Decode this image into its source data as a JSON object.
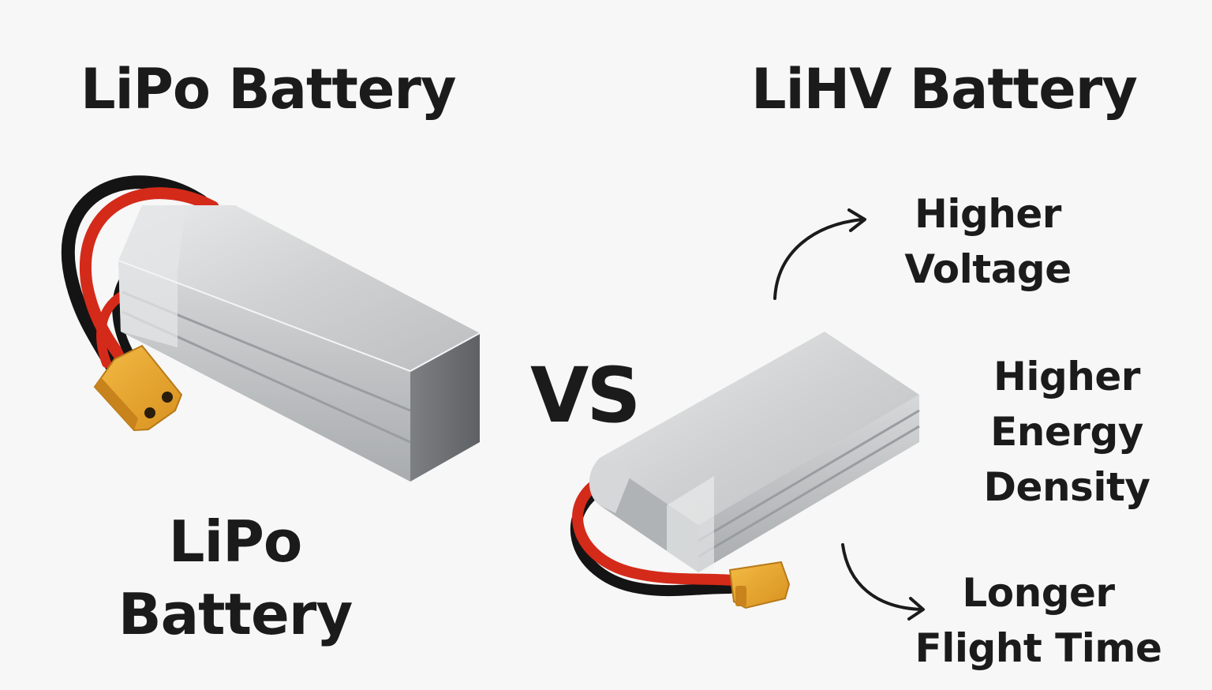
{
  "titles": {
    "lipo": "LiPo Battery",
    "lihv": "LiHV Battery"
  },
  "vs": "VS",
  "features": {
    "voltage": [
      "Higher",
      "Voltage"
    ],
    "energy": [
      "Higher",
      "Energy",
      "Density"
    ],
    "flight": [
      "Longer",
      "Flight Time"
    ]
  },
  "caption": [
    "LiPo",
    "Battery"
  ],
  "colors": {
    "background": "#f7f7f7",
    "text": "#1b1b1b",
    "battery_body": "#c9cbcc",
    "wire_red": "#d42a1a",
    "wire_black": "#141414",
    "connector": "#e8a52c"
  },
  "icons": [
    "lipo-battery-image",
    "lihv-battery-image",
    "arrow-up-right-icon",
    "arrow-down-right-icon"
  ]
}
